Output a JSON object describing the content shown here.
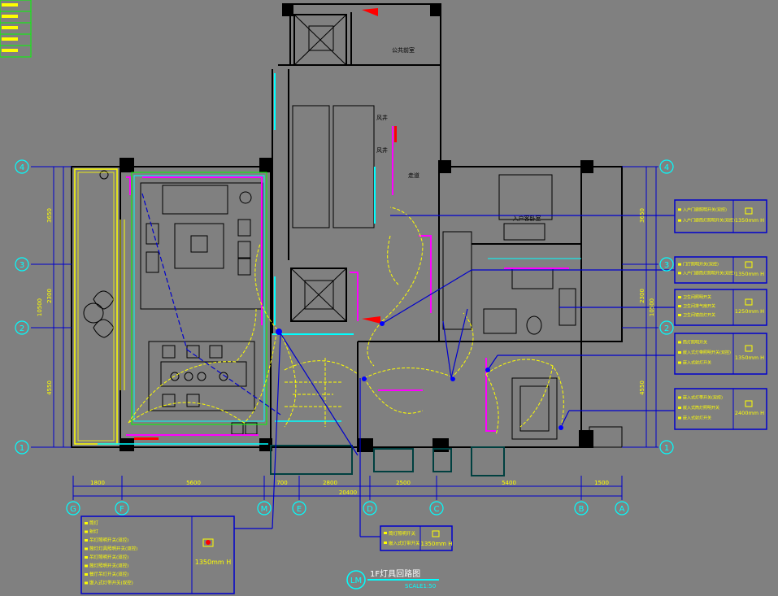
{
  "grid": {
    "rows": [
      "4",
      "3",
      "2",
      "1"
    ],
    "cols": [
      "G",
      "F",
      "M",
      "E",
      "D",
      "C",
      "B",
      "A"
    ]
  },
  "dims": {
    "bottom": [
      "1800",
      "5600",
      "700",
      "2800",
      "2500",
      "5400",
      "1500"
    ],
    "bottom_total": "20400",
    "left": [
      "3650",
      "2300",
      "4550"
    ],
    "left_total": "10500",
    "right": [
      "3650",
      "2300",
      "4550"
    ],
    "right_total": "10500"
  },
  "rooms": {
    "public_stair": "公共前室",
    "shaft_1": "风井",
    "shaft_2": "风井",
    "corridor": "走道",
    "bedroom": "入户客卧室"
  },
  "legend_boxes": [
    {
      "lines": [
        "入户门廊照明开关(双控)",
        "入户门廊筒灯照明开关(双控)"
      ],
      "height": "1350mm H"
    },
    {
      "lines": [
        "门厅照明开关(双控)",
        "入户门廊筒灯照明开关(双控)"
      ],
      "height": "1350mm H"
    },
    {
      "lines": [
        "卫生间照明开关",
        "卫生间排气扇开关",
        "卫生间镜前灯开关"
      ],
      "height": "1250mm H"
    },
    {
      "lines": [
        "筒灯照明开关",
        "嵌入式灯带照明开关(双控)",
        "嵌入式射灯开关"
      ],
      "height": "1350mm H"
    },
    {
      "lines": [
        "嵌入式灯带开关(双控)",
        "嵌入式筒灯照明开关",
        "嵌入式射灯开关"
      ],
      "height": "2400mm H"
    }
  ],
  "bottom_legend": {
    "lines": [
      "筒灯",
      "射灯",
      "吊灯照明开关(双控)",
      "筒灯灯具照明开关(双控)",
      "吊灯照明开关(双控)",
      "筒灯照明开关(双控)",
      "餐厅吊灯开关(双控)",
      "嵌入式灯带开关(双控)"
    ],
    "height": "1350mm H"
  },
  "mid_legend": {
    "lines": [
      "筒灯照明开关",
      "嵌入式灯带开关"
    ],
    "height": "1350mm H"
  },
  "title": {
    "badge": "LM",
    "main": "1F灯具回路图",
    "scale": "SCALE1:50"
  },
  "colors": {
    "background": "#808080",
    "wall": "#000000",
    "circuit": "#ffff00",
    "home_run": "#0000cc",
    "accent": "#ff00ff",
    "window": "#00ffff",
    "dimension": "#0000cc",
    "grid_bubble": "#00ffff"
  }
}
